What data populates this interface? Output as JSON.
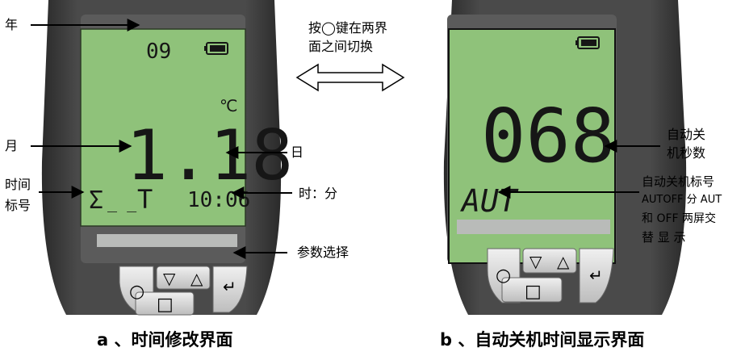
{
  "left_panel": {
    "year_value": "09",
    "month_day_value": "1.18",
    "unit": "℃",
    "time_marker_symbol": "Σ",
    "time_marker_dashes": "_ _",
    "t_symbol": "T",
    "time_value": "10:06",
    "caption": "a 、时间修改界面"
  },
  "right_panel": {
    "seconds_value": "068",
    "aut_value": "AUT",
    "caption": "b 、自动关机时间显示界面"
  },
  "annotations": {
    "year": "年",
    "month": "月",
    "day": "日",
    "time_marker_line1": "时间",
    "time_marker_line2": "标号",
    "hour_minute": "时：分",
    "param_select": "参数选择",
    "switch_line1": "按◯键在两界",
    "switch_line2": "面之间切换",
    "autooff_sec_line1": "自动关",
    "autooff_sec_line2": "机秒数",
    "autooff_label_line1": "自动关机标号",
    "autooff_label_line2": "AUTOFF 分 AUT",
    "autooff_label_line3": "和 OFF 两屏交",
    "autooff_label_line4": "替  显  示"
  },
  "buttons": {
    "circle_symbol": "○",
    "down_symbol": "▽",
    "up_symbol": "△",
    "square_symbol": "□",
    "enter_symbol": "↵"
  },
  "colors": {
    "lcd": "#8fc27a",
    "lcd_text": "#161616",
    "device_body": "#3f3f3f",
    "button_face": "#d9d9d9"
  }
}
